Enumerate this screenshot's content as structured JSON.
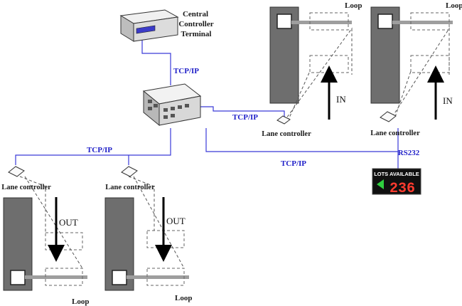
{
  "terminal": {
    "label_line1": "Central",
    "label_line2": "Controller",
    "label_line3": "Terminal"
  },
  "network": {
    "link_terminal": "TCP/IP",
    "link_lane_in_left": "TCP/IP",
    "link_lanes_out": "TCP/IP",
    "link_bottom": "TCP/IP",
    "link_display": "RS232"
  },
  "lanes": {
    "in_left": {
      "controller": "Lane controller",
      "loop": "Loop",
      "direction": "IN"
    },
    "in_right": {
      "controller": "Lane controller",
      "loop": "Loop",
      "direction": "IN"
    },
    "out_left": {
      "controller": "Lane controller",
      "loop": "Loop",
      "direction": "OUT"
    },
    "out_right": {
      "controller": "Lane controller",
      "loop": "Loop",
      "direction": "OUT"
    }
  },
  "display": {
    "title": "LOTS AVAILABLE",
    "count": "236"
  },
  "colors": {
    "network_line": "#3a3ad8",
    "barrier": "#6e6e6e",
    "led_bg": "#101010",
    "led_text": "#ff3b2f"
  }
}
